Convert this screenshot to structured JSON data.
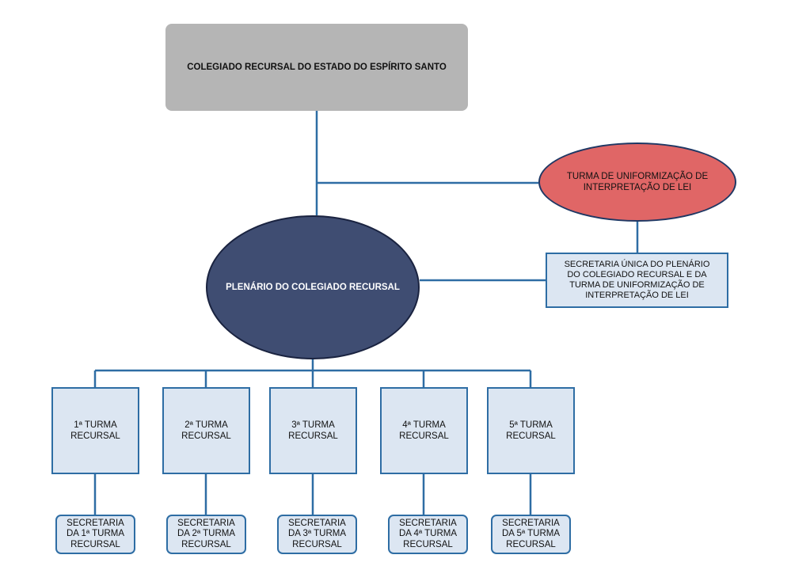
{
  "org": {
    "top": "COLEGIADO RECURSAL DO ESTADO DO ESPÍRITO SANTO",
    "turma_uniformizacao": "TURMA DE UNIFORMIZAÇÃO DE\nINTERPRETAÇÃO DE LEI",
    "plenario": "PLENÁRIO DO COLEGIADO RECURSAL",
    "secretaria_unica": "SECRETARIA ÚNICA DO PLENÁRIO\nDO COLEGIADO RECURSAL E DA\nTURMA DE UNIFORMIZAÇÃO DE\nINTERPRETAÇÃO DE LEI",
    "turmas": [
      {
        "label": "1ª TURMA\nRECURSAL",
        "secretaria": "SECRETARIA\nDA 1ª TURMA\nRECURSAL"
      },
      {
        "label": "2ª TURMA\nRECURSAL",
        "secretaria": "SECRETARIA\nDA 2ª TURMA\nRECURSAL"
      },
      {
        "label": "3ª TURMA\nRECURSAL",
        "secretaria": "SECRETARIA\nDA 3ª TURMA\nRECURSAL"
      },
      {
        "label": "4ª TURMA\nRECURSAL",
        "secretaria": "SECRETARIA\nDA 4ª TURMA\nRECURSAL"
      },
      {
        "label": "5ª TURMA\nRECURSAL",
        "secretaria": "SECRETARIA\nDA 5ª TURMA\nRECURSAL"
      }
    ]
  },
  "colors": {
    "top": "#b5b5b5",
    "turma_uniformizacao": "#e06666",
    "plenario": "#3f4d72",
    "boxes": "#dce6f2",
    "connector": "#2e6da4"
  }
}
